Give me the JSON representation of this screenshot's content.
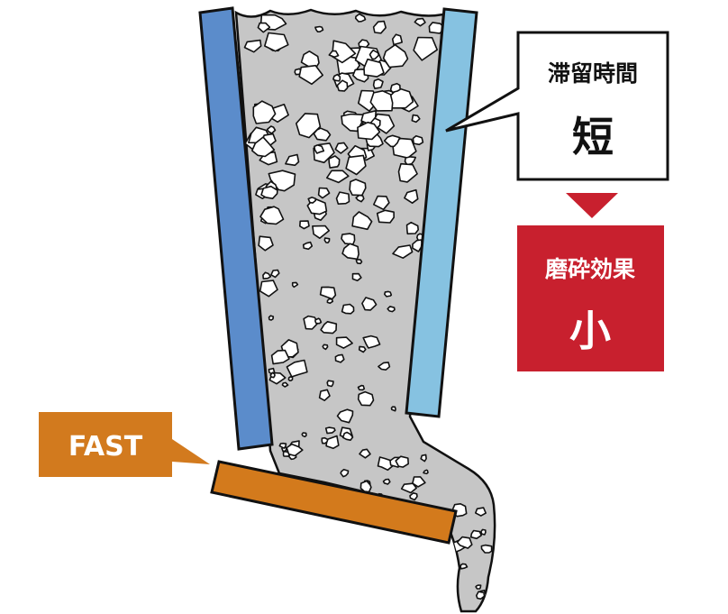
{
  "labels": {
    "residence_title": "滞留時間",
    "residence_value": "短",
    "effect_title": "磨砕効果",
    "effect_value": "小",
    "gate_speed": "FAST"
  },
  "colors": {
    "left_plate": "#5b8ccb",
    "right_plate": "#86c2e1",
    "gate": "#d37a1c",
    "fast_label": "#d27a1e",
    "effect_box": "#c8202e",
    "arrow": "#c8202e",
    "material": "#c6c6c6",
    "outline": "#111111"
  }
}
